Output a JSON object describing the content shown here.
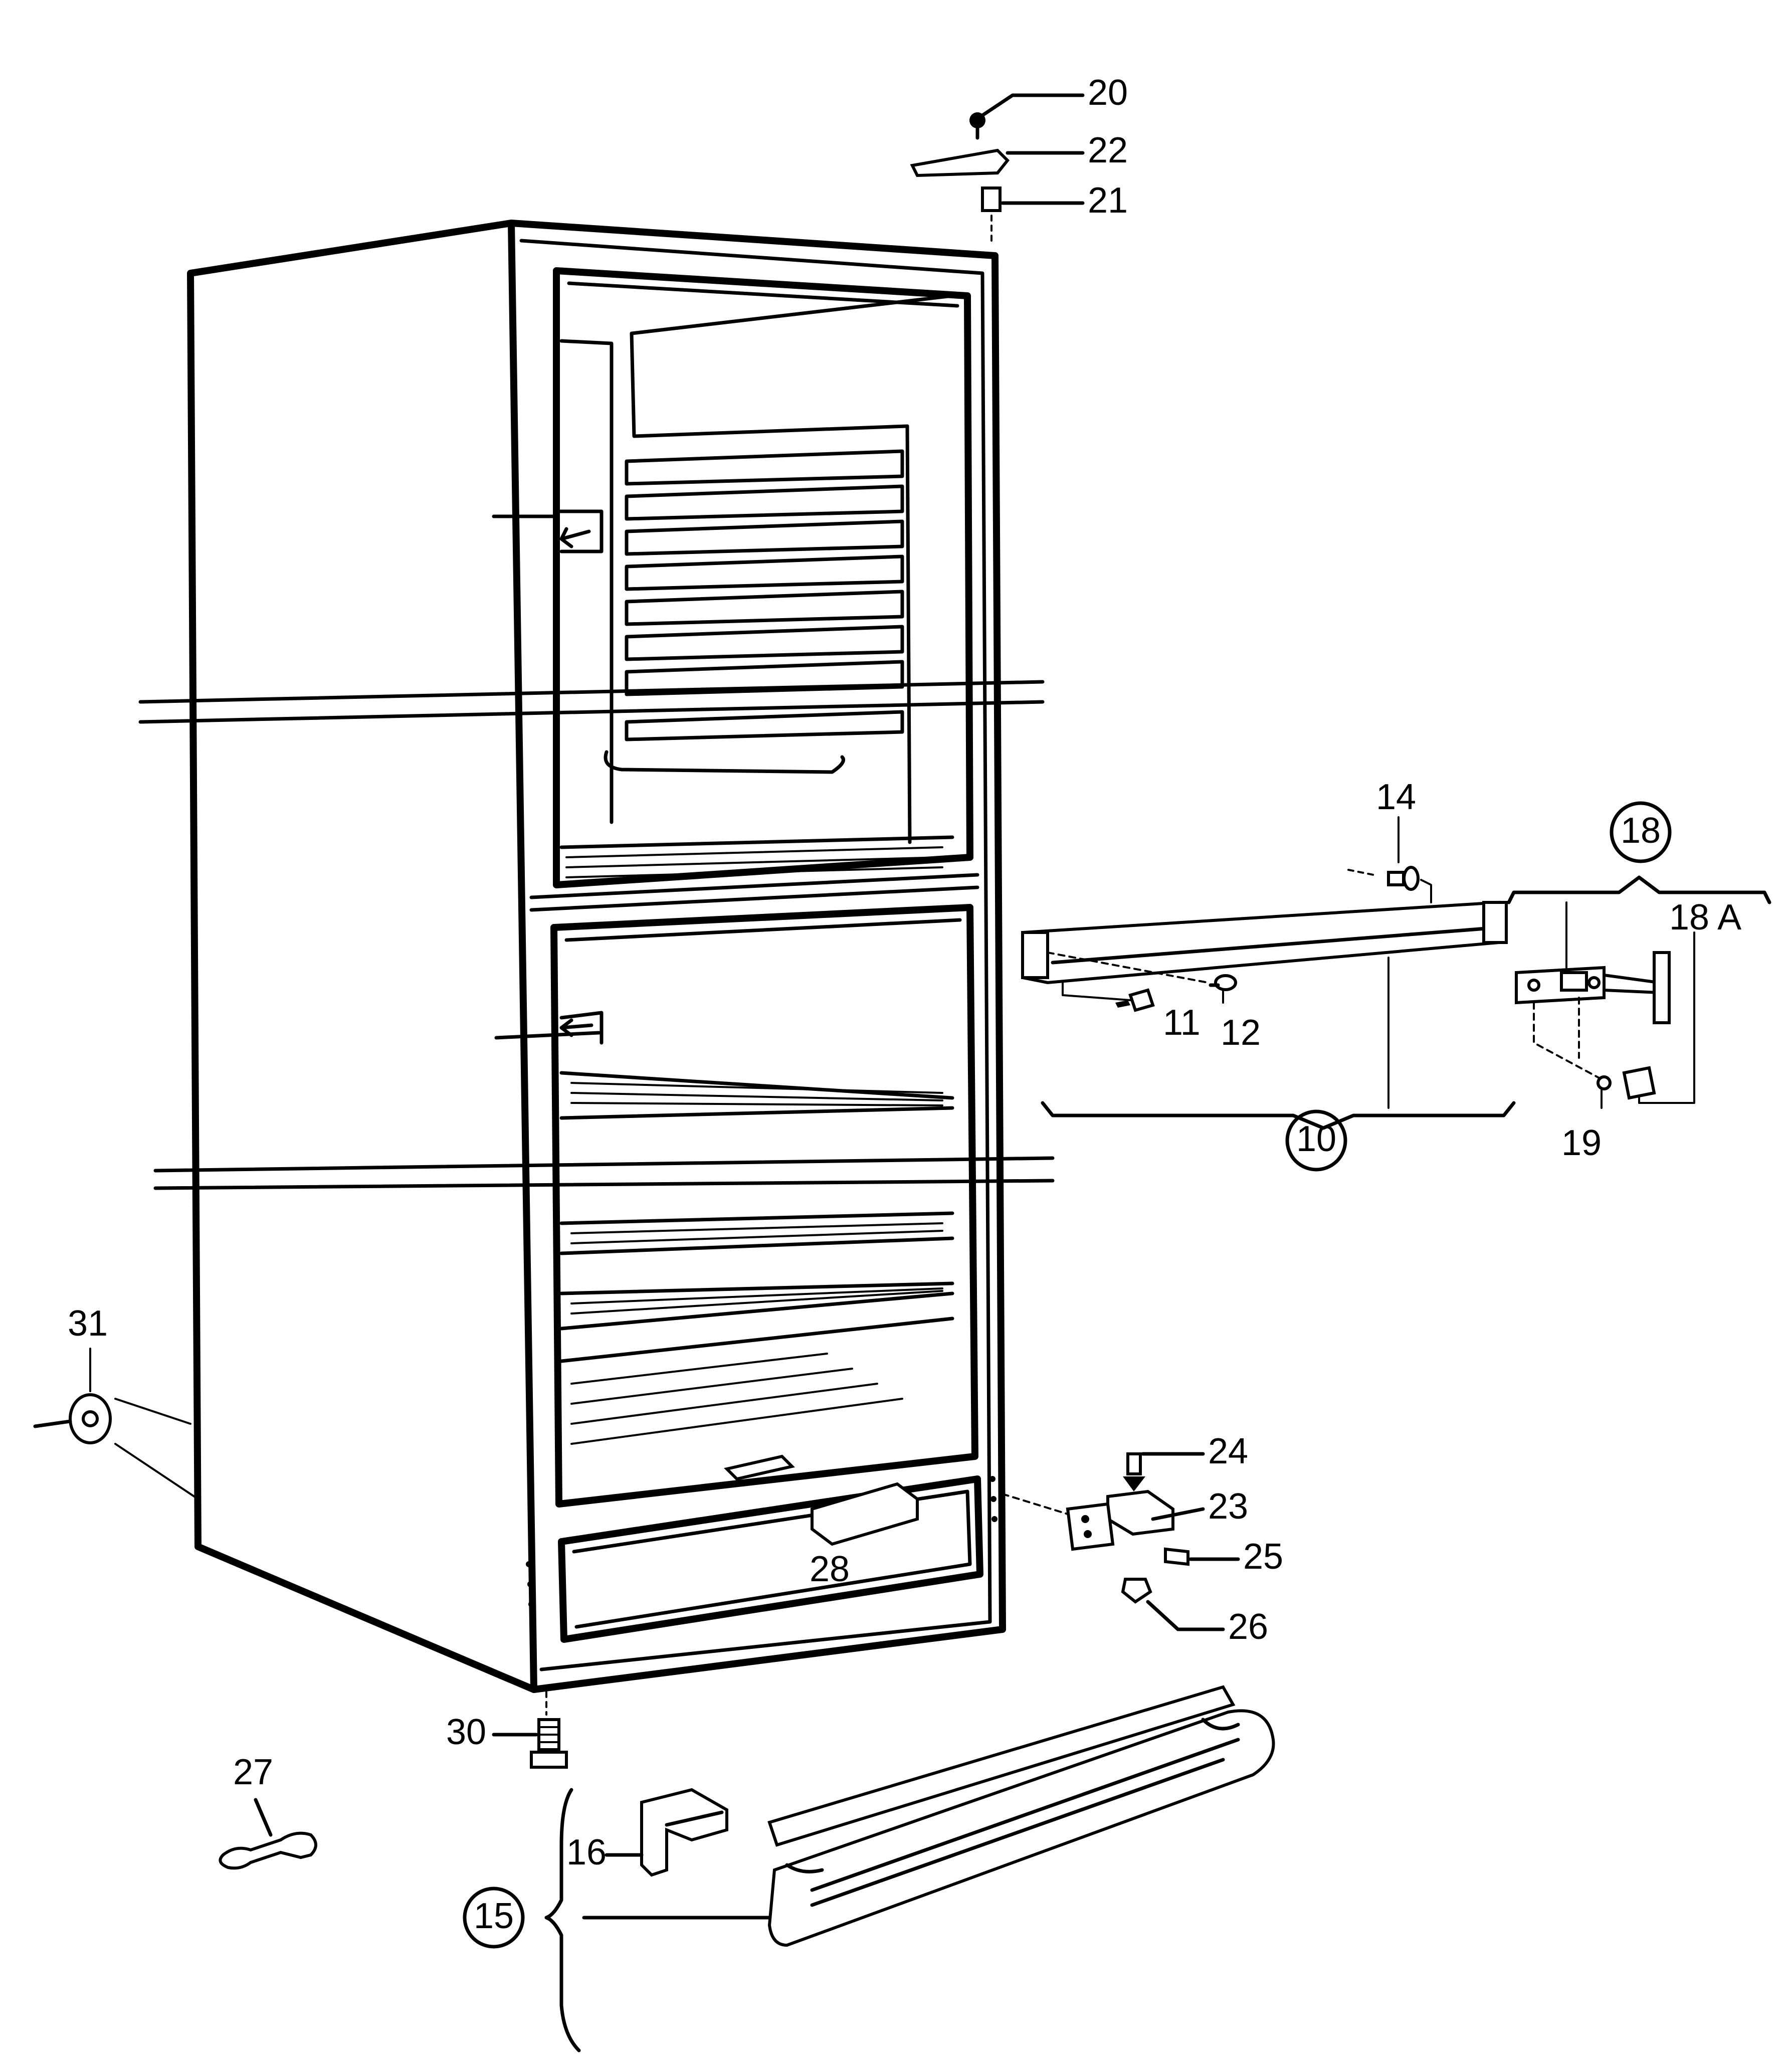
{
  "colors": {
    "line": "#000000",
    "background": "#ffffff"
  },
  "callouts": [
    {
      "id": "20",
      "label": "20",
      "circled": false
    },
    {
      "id": "22",
      "label": "22",
      "circled": false
    },
    {
      "id": "21",
      "label": "21",
      "circled": false
    },
    {
      "id": "14",
      "label": "14",
      "circled": false
    },
    {
      "id": "18",
      "label": "18",
      "circled": true
    },
    {
      "id": "18A",
      "label": "18 A",
      "circled": false
    },
    {
      "id": "11",
      "label": "11",
      "circled": false
    },
    {
      "id": "12",
      "label": "12",
      "circled": false
    },
    {
      "id": "10",
      "label": "10",
      "circled": true
    },
    {
      "id": "19",
      "label": "19",
      "circled": false
    },
    {
      "id": "31",
      "label": "31",
      "circled": false
    },
    {
      "id": "24",
      "label": "24",
      "circled": false
    },
    {
      "id": "23",
      "label": "23",
      "circled": false
    },
    {
      "id": "25",
      "label": "25",
      "circled": false
    },
    {
      "id": "28",
      "label": "28",
      "circled": false
    },
    {
      "id": "26",
      "label": "26",
      "circled": false
    },
    {
      "id": "30",
      "label": "30",
      "circled": false
    },
    {
      "id": "27",
      "label": "27",
      "circled": false
    },
    {
      "id": "16",
      "label": "16",
      "circled": false
    },
    {
      "id": "15",
      "label": "15",
      "circled": true
    }
  ]
}
